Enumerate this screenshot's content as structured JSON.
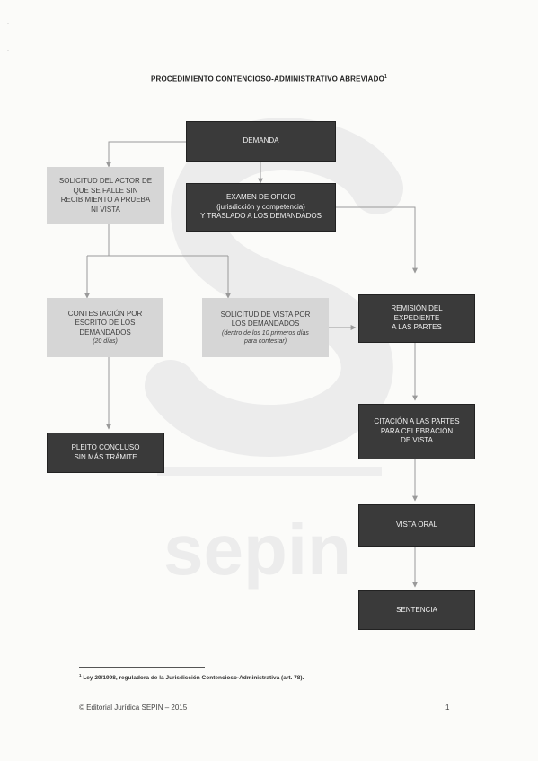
{
  "title": "PROCEDIMIENTO CONTENCIOSO-ADMINISTRATIVO ABREVIADO",
  "title_footnote_ref": "1",
  "nodes": {
    "demanda": {
      "lines": [
        "DEMANDA"
      ]
    },
    "examen": {
      "lines": [
        "EXAMEN DE OFICIO",
        "(jurisdicción y competencia)",
        "Y TRASLADO A LOS DEMANDADOS"
      ]
    },
    "solicitud_actor": {
      "lines": [
        "SOLICITUD DEL ACTOR DE",
        "QUE SE FALLE SIN",
        "RECIBIMIENTO A PRUEBA",
        "NI VISTA"
      ]
    },
    "contestacion": {
      "lines": [
        "CONTESTACIÓN POR",
        "ESCRITO DE LOS",
        "DEMANDADOS"
      ],
      "note": "(20 días)"
    },
    "solicitud_vista": {
      "lines": [
        "SOLICITUD DE VISTA POR",
        "LOS DEMANDADOS"
      ],
      "note_lines": [
        "(dentro de los 10 primeros días",
        "para contestar)"
      ]
    },
    "remision": {
      "lines": [
        "REMISIÓN DEL",
        "EXPEDIENTE",
        "A LAS PARTES"
      ]
    },
    "pleito": {
      "lines": [
        "PLEITO CONCLUSO",
        "SIN MÁS TRÁMITE"
      ]
    },
    "citacion": {
      "lines": [
        "CITACIÓN A LAS PARTES",
        "PARA CELEBRACIÓN",
        "DE VISTA"
      ]
    },
    "vista_oral": {
      "lines": [
        "VISTA ORAL"
      ]
    },
    "sentencia": {
      "lines": [
        "SENTENCIA"
      ]
    }
  },
  "colors": {
    "dark_box": "#3a3a3a",
    "light_box": "#d6d6d6",
    "arrow": "#9a9a9a",
    "watermark": "#ececec"
  },
  "watermark_text": "sepin",
  "footnote": {
    "ref": "1",
    "text": "Ley 29/1998, reguladora de la Jurisdicción Contencioso-Administrativa (art. 78)."
  },
  "footer": {
    "copyright": "© Editorial Jurídica SEPIN – 2015",
    "page": "1"
  }
}
